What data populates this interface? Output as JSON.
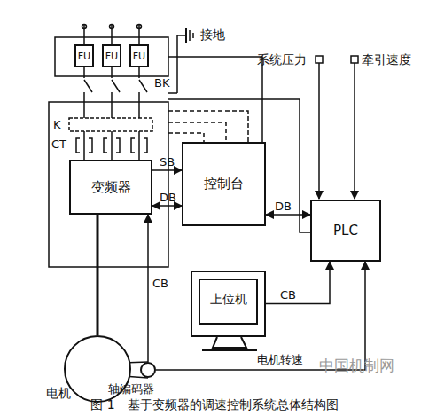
{
  "diagram": {
    "caption": "图 1　基于变频器的调速控制系统总体结构图",
    "nodes": [
      {
        "text": [
          "FU"
        ]
      },
      {
        "text": [
          "FU"
        ]
      },
      {
        "text": [
          "FU"
        ]
      },
      {
        "text": [
          "变频器"
        ]
      },
      {
        "text": [
          "控制台"
        ]
      },
      {
        "text": [
          "PLC"
        ]
      },
      {
        "text": [
          "上位机"
        ]
      },
      {
        "text": [
          "电机"
        ]
      },
      {
        "text": [
          "轴编码器"
        ]
      }
    ],
    "edges": [
      {
        "from": 3,
        "to": 4,
        "label": "SB",
        "arrow": "to"
      },
      {
        "from": 4,
        "to": 3,
        "label": "DB",
        "arrow": "both"
      },
      {
        "from": 4,
        "to": 5,
        "label": "DB",
        "arrow": "both"
      },
      {
        "from": 6,
        "to": 5,
        "label": "CB",
        "arrow": "to"
      },
      {
        "from": 8,
        "to": 3,
        "label": "CB",
        "arrow": "to"
      },
      {
        "from": 8,
        "to": 5,
        "label": "电机转速",
        "arrow": "to"
      },
      {
        "from": 3,
        "to": 7,
        "arrow": "none"
      }
    ],
    "labels": [
      "BK",
      "K",
      "CT",
      "接地",
      "系统压力",
      "牵引速度",
      "中国机制网"
    ]
  }
}
